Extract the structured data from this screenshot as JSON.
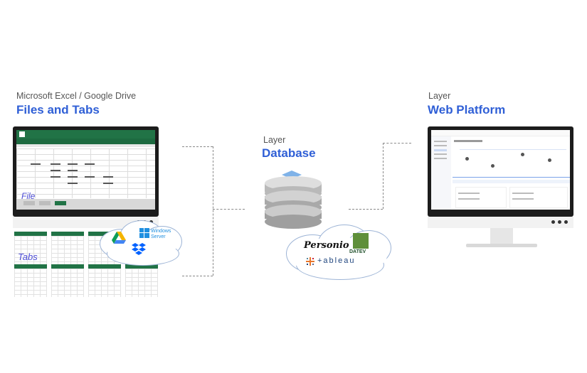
{
  "left": {
    "subtitle": "Microsoft Excel / Google Drive",
    "title": "Files and Tabs",
    "file_label": "File",
    "tabs_label": "Tabs",
    "cloud": {
      "windows_server_line1": "Windows",
      "windows_server_line2": "Server"
    }
  },
  "center": {
    "subtitle": "Layer",
    "title": "Database",
    "cloud": {
      "personio": "Personio",
      "datev": "DATEV",
      "tableau": "+ableau"
    }
  },
  "right": {
    "subtitle": "Layer",
    "title": "Web Platform"
  },
  "colors": {
    "heading_blue": "#2f5fd6",
    "excel_green": "#217346",
    "datev_green": "#5f8f3a",
    "label_purple": "#4b4bd6"
  },
  "icons": [
    "google-drive-icon",
    "windows-icon",
    "dropbox-icon",
    "layers-icon",
    "database-icon",
    "tableau-icon"
  ]
}
